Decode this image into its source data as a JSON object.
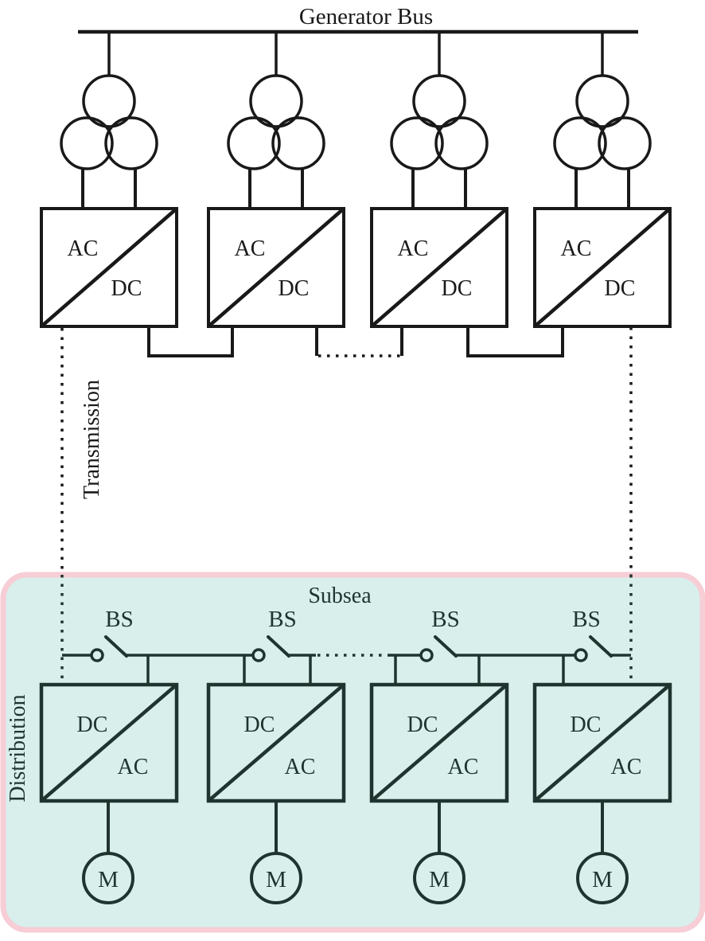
{
  "diagram_title": "Generator Bus",
  "sections": {
    "transmission_label": "Transmission",
    "subsea_label": "Subsea",
    "distribution_label": "Distribution"
  },
  "switches": [
    {
      "label": "BS"
    },
    {
      "label": "BS"
    },
    {
      "label": "BS"
    },
    {
      "label": "BS"
    }
  ],
  "top_converters": [
    {
      "input": "AC",
      "output": "DC"
    },
    {
      "input": "AC",
      "output": "DC"
    },
    {
      "input": "AC",
      "output": "DC"
    },
    {
      "input": "AC",
      "output": "DC"
    }
  ],
  "subsea_converters": [
    {
      "input": "DC",
      "output": "AC"
    },
    {
      "input": "DC",
      "output": "AC"
    },
    {
      "input": "DC",
      "output": "AC"
    },
    {
      "input": "DC",
      "output": "AC"
    }
  ],
  "motors": [
    {
      "label": "M"
    },
    {
      "label": "M"
    },
    {
      "label": "M"
    },
    {
      "label": "M"
    }
  ],
  "colors": {
    "top_line": "#191919",
    "subsea_line": "#20342f",
    "subsea_fill": "#d8efec",
    "subsea_border": "#f7cdd6"
  }
}
